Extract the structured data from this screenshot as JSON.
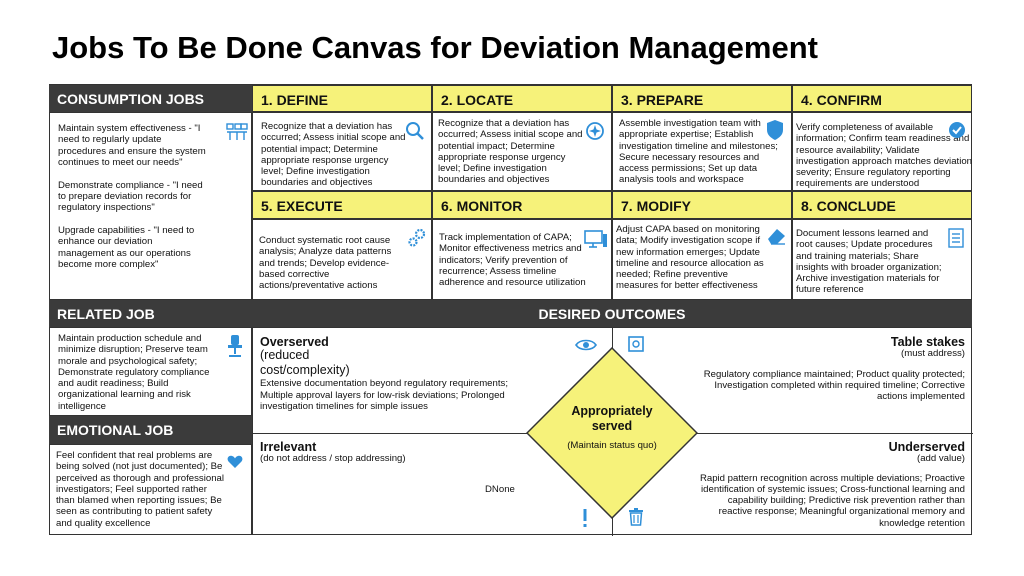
{
  "title": "Jobs To Be Done Canvas for Deviation Management",
  "consumption": {
    "header": "CONSUMPTION JOBS",
    "items": [
      "Maintain system effectiveness - \"I need to regularly update procedures and ensure the system continues to meet our needs\"",
      "Demonstrate compliance - \"I need to prepare deviation records for regulatory inspections\"",
      "Upgrade capabilities - \"I need to enhance our deviation management as our operations become more complex\""
    ]
  },
  "steps": [
    {
      "label": "1. DEFINE",
      "text": "Recognize that a deviation has occurred; Assess initial scope and potential impact; Determine appropriate response urgency level; Define investigation boundaries and objectives",
      "icon": "magnifier-icon"
    },
    {
      "label": "2. LOCATE",
      "text": "Recognize that a deviation has occurred; Assess initial scope and potential impact; Determine appropriate response urgency level; Define investigation boundaries and objectives",
      "icon": "compass-icon"
    },
    {
      "label": "3. PREPARE",
      "text": "Assemble investigation team with appropriate expertise; Establish investigation timeline and milestones; Secure necessary resources and access permissions; Set up data analysis tools and workspace",
      "icon": "shield-icon"
    },
    {
      "label": "4. CONFIRM",
      "text": "Verify completeness of available information; Confirm team readiness and resource availability; Validate investigation approach matches deviation severity; Ensure regulatory reporting requirements are understood",
      "icon": "check-circle-icon"
    },
    {
      "label": "5. EXECUTE",
      "text": "Conduct systematic root cause analysis; Analyze data patterns and trends; Develop evidence-based corrective actions/preventative actions",
      "icon": "gears-icon"
    },
    {
      "label": "6. MONITOR",
      "text": "Track implementation of CAPA; Monitor effectiveness metrics and indicators; Verify prevention of recurrence; Assess timeline adherence and resource utilization",
      "icon": "monitor-icon"
    },
    {
      "label": "7. MODIFY",
      "text": "Adjust CAPA based on monitoring data; Modify investigation scope if new information emerges; Update timeline and resource allocation as needed; Refine preventive measures for better effectiveness",
      "icon": "eraser-icon"
    },
    {
      "label": "8. CONCLUDE",
      "text": "Document lessons learned and root causes; Update procedures and training materials; Share insights with broader organization; Archive investigation materials for future reference",
      "icon": "checklist-icon"
    }
  ],
  "related": {
    "header": "RELATED JOB",
    "text": "Maintain production schedule and minimize disruption; Preserve team morale and psychological safety; Demonstrate regulatory compliance and audit readiness; Build organizational learning and risk intelligence"
  },
  "emotional": {
    "header": "EMOTIONAL JOB",
    "text": "Feel confident that real problems are being solved (not just documented); Be perceived as thorough and professional investigators; Feel supported rather than blamed when reporting issues; Be seen as contributing to patient safety and quality excellence"
  },
  "outcomes": {
    "header": "DESIRED OUTCOMES",
    "overserved": {
      "title": "Overserved",
      "subtitle": "(reduced cost/complexity)",
      "text": "Extensive documentation beyond regulatory requirements; Multiple approval layers for low-risk deviations; Prolonged investigation timelines for simple issues"
    },
    "table_stakes": {
      "title": "Table stakes",
      "subtitle": "(must address)",
      "text": "Regulatory compliance maintained; Product quality protected; Investigation completed within required timeline; Corrective actions implemented"
    },
    "irrelevant": {
      "title": "Irrelevant",
      "subtitle": "(do not address / stop addressing)",
      "text": "DNone"
    },
    "underserved": {
      "title": "Underserved",
      "subtitle": "(add value)",
      "text": "Rapid pattern recognition across multiple deviations; Proactive identification of systemic issues; Cross-functional learning and capability building; Predictive risk prevention rather than reactive response; Meaningful organizational memory and knowledge retention"
    },
    "center": {
      "title": "Appropriately served",
      "subtitle": "(Maintain status quo)"
    }
  },
  "colors": {
    "yellow": "#f6f27a",
    "dark": "#3b3b3b",
    "icon_blue": "#2f8fd8"
  }
}
